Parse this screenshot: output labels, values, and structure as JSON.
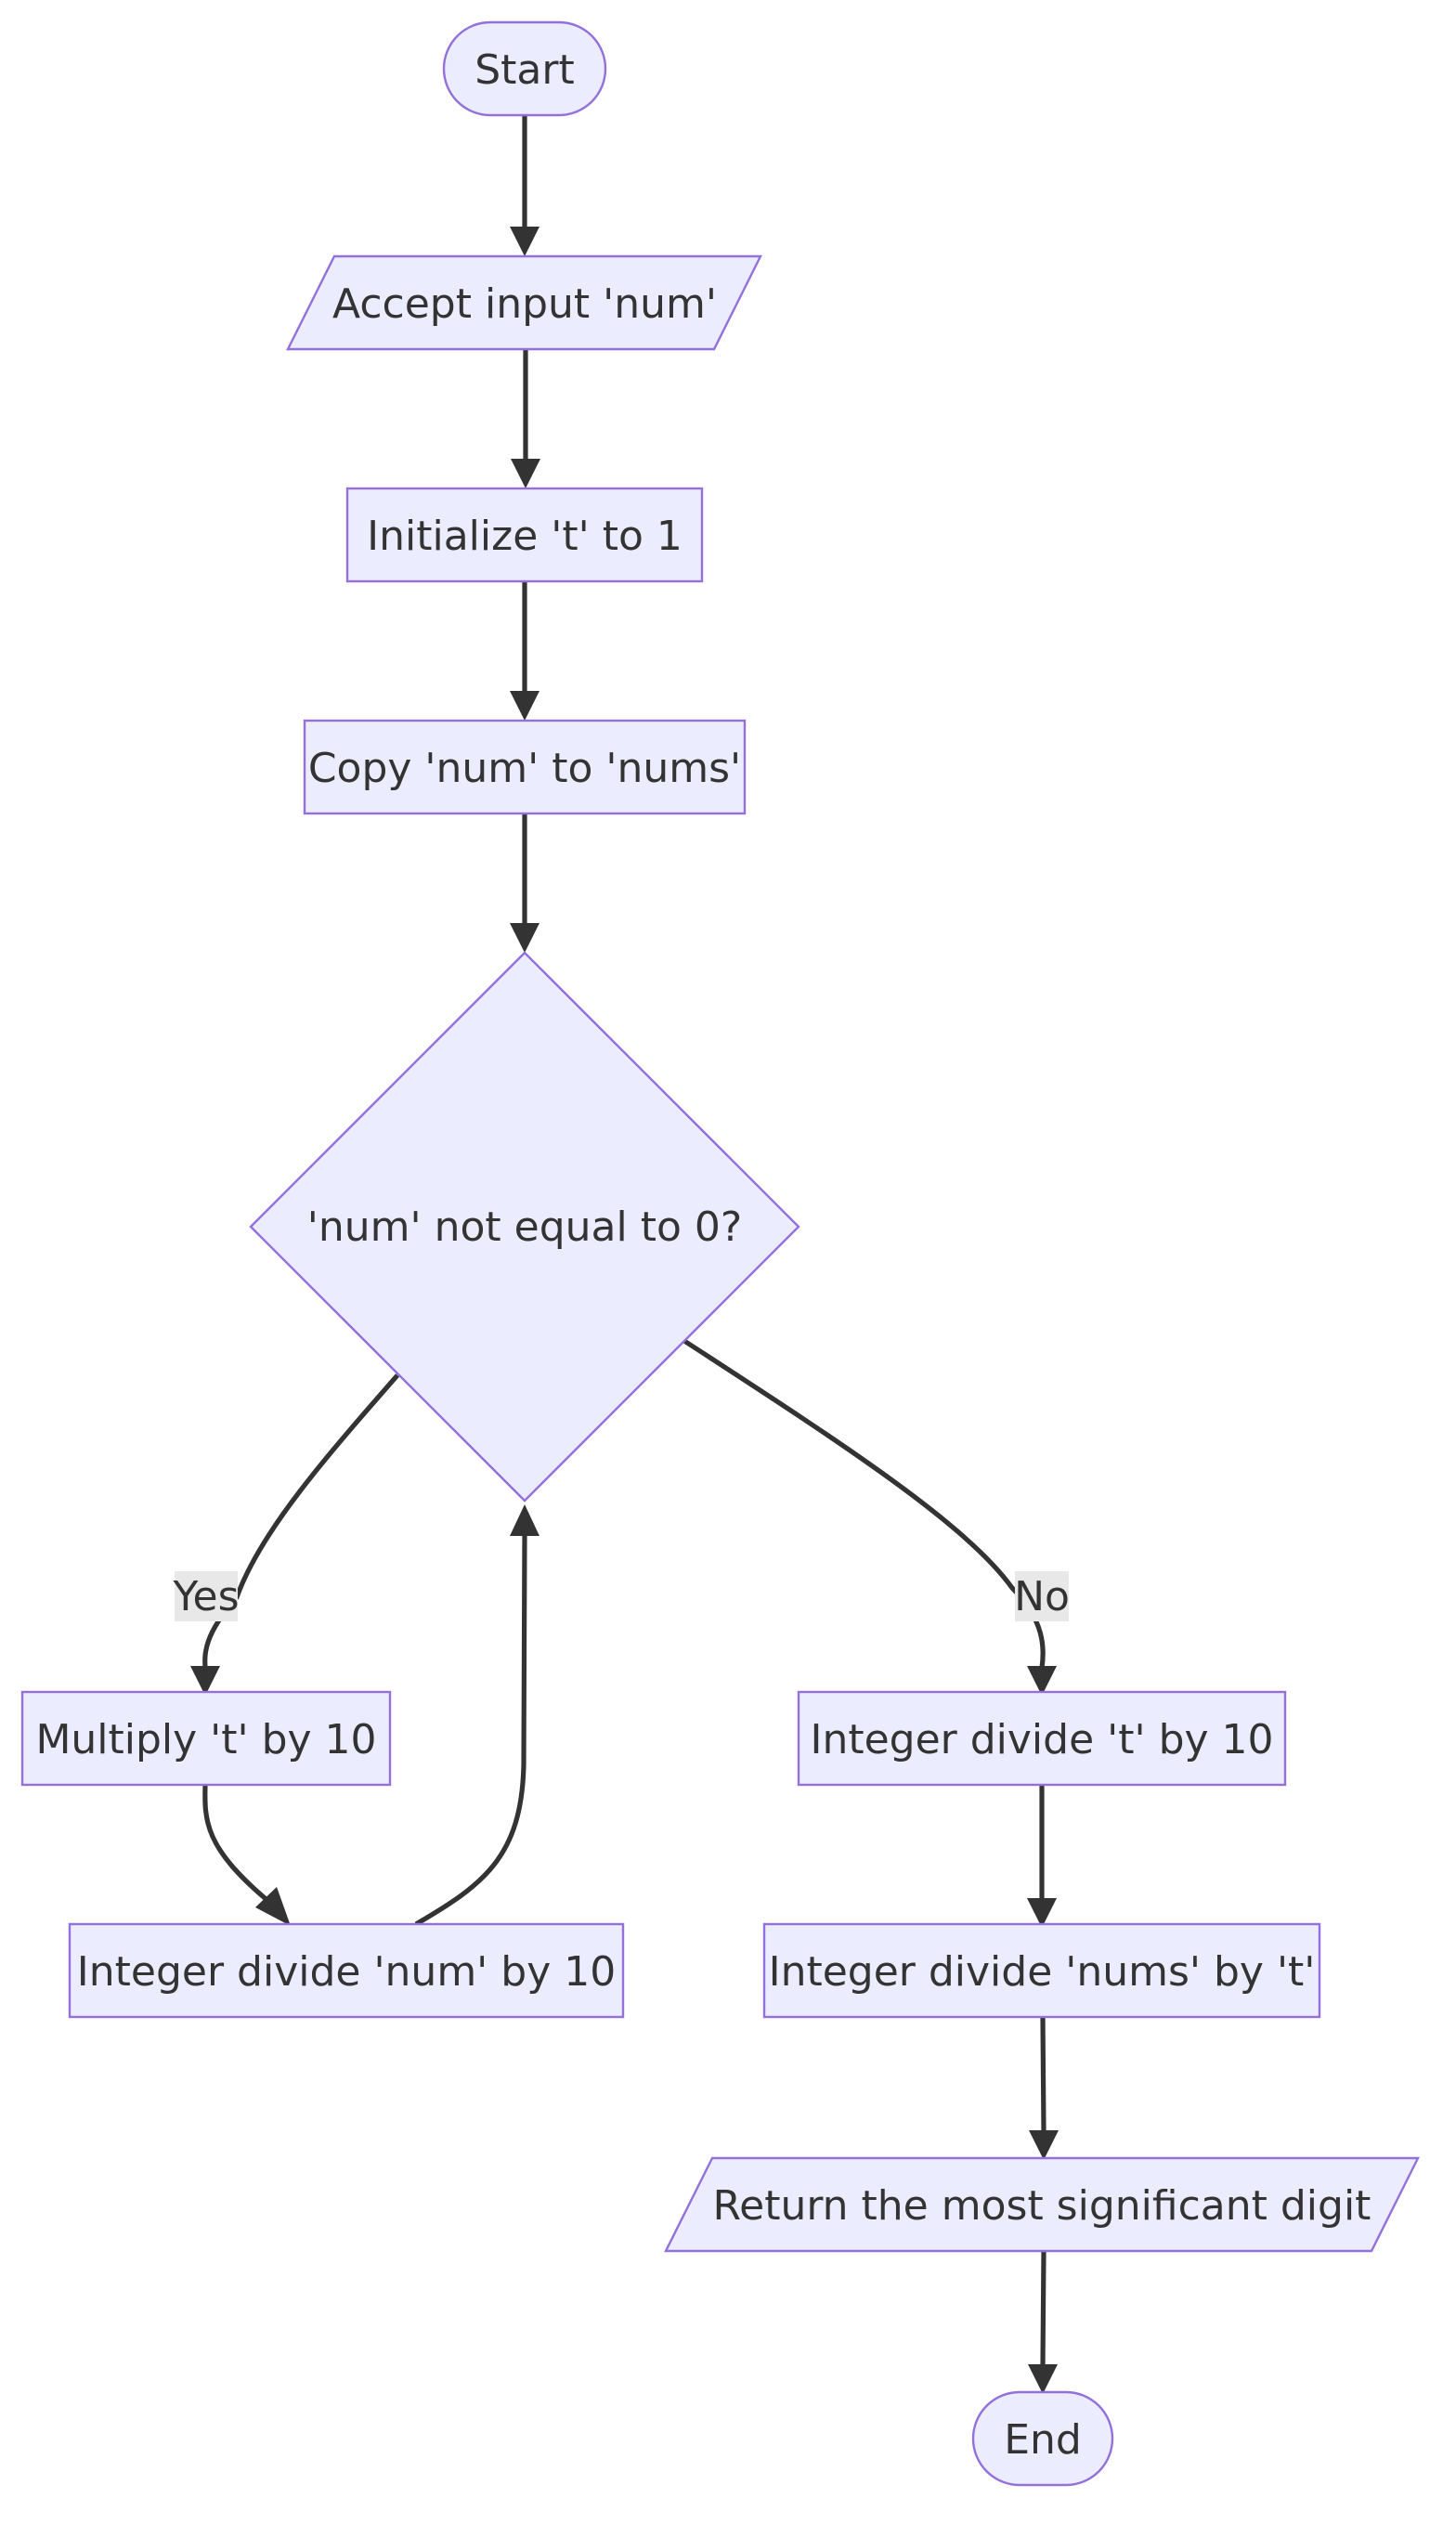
{
  "flowchart": {
    "nodes": {
      "start": "Start",
      "accept_input": "Accept input 'num'",
      "init_t": "Initialize 't' to 1",
      "copy_num": "Copy 'num' to 'nums'",
      "condition": "'num' not equal to 0?",
      "multiply_t": "Multiply 't' by 10",
      "divide_num": "Integer divide 'num' by 10",
      "divide_t": "Integer divide 't' by 10",
      "divide_nums": "Integer divide 'nums' by 't'",
      "return_digit": "Return the most significant digit",
      "end": "End"
    },
    "edge_labels": {
      "yes": "Yes",
      "no": "No"
    }
  }
}
